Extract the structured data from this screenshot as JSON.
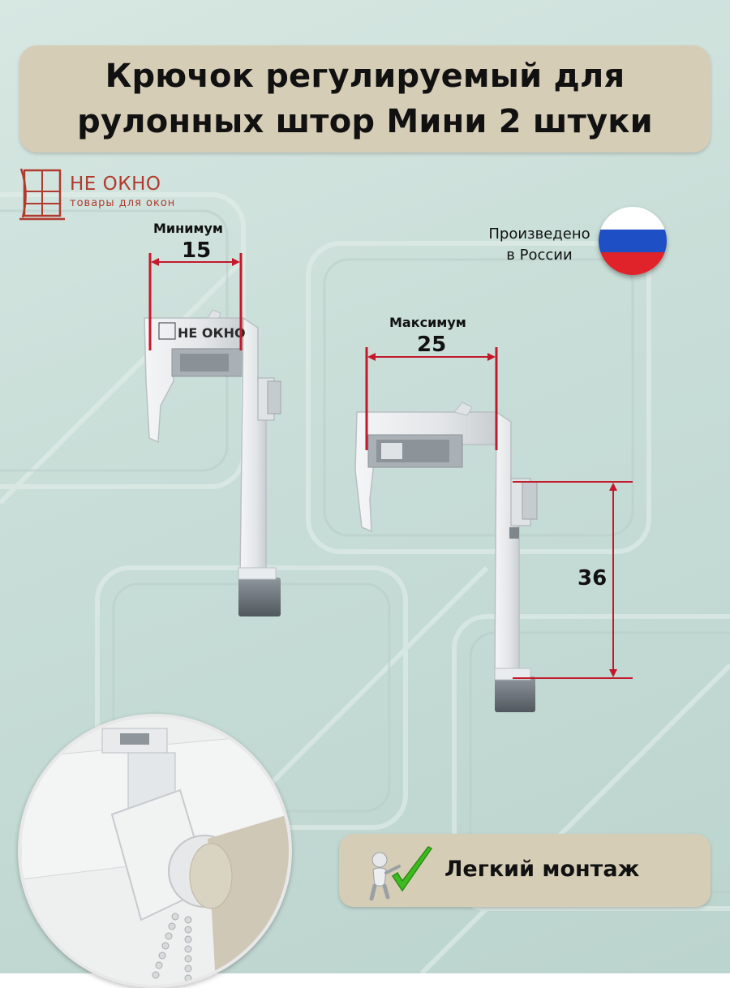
{
  "title": {
    "line1": "Крючок регулируемый для",
    "line2": "рулонных штор Мини 2 штуки"
  },
  "logo": {
    "name": "НЕ ОКНО",
    "tagline": "товары для окон",
    "icon": "window-curtain-icon"
  },
  "hook_left": {
    "caption": "Минимум",
    "value": "15",
    "stamp": "НЕ ОКНО"
  },
  "hook_right": {
    "caption": "Максимум",
    "value": "25",
    "height_value": "36"
  },
  "origin": {
    "line1": "Произведено",
    "line2": "в России",
    "flag_colors": [
      "#ffffff",
      "#1f4fc4",
      "#e0232a"
    ]
  },
  "cta": {
    "text": "Легкий монтаж",
    "icon": "checkmark-icon"
  },
  "colors": {
    "title_bg": "#d6cdb7",
    "dimension_line": "#c4192b",
    "brand_red": "#b03a2e"
  }
}
